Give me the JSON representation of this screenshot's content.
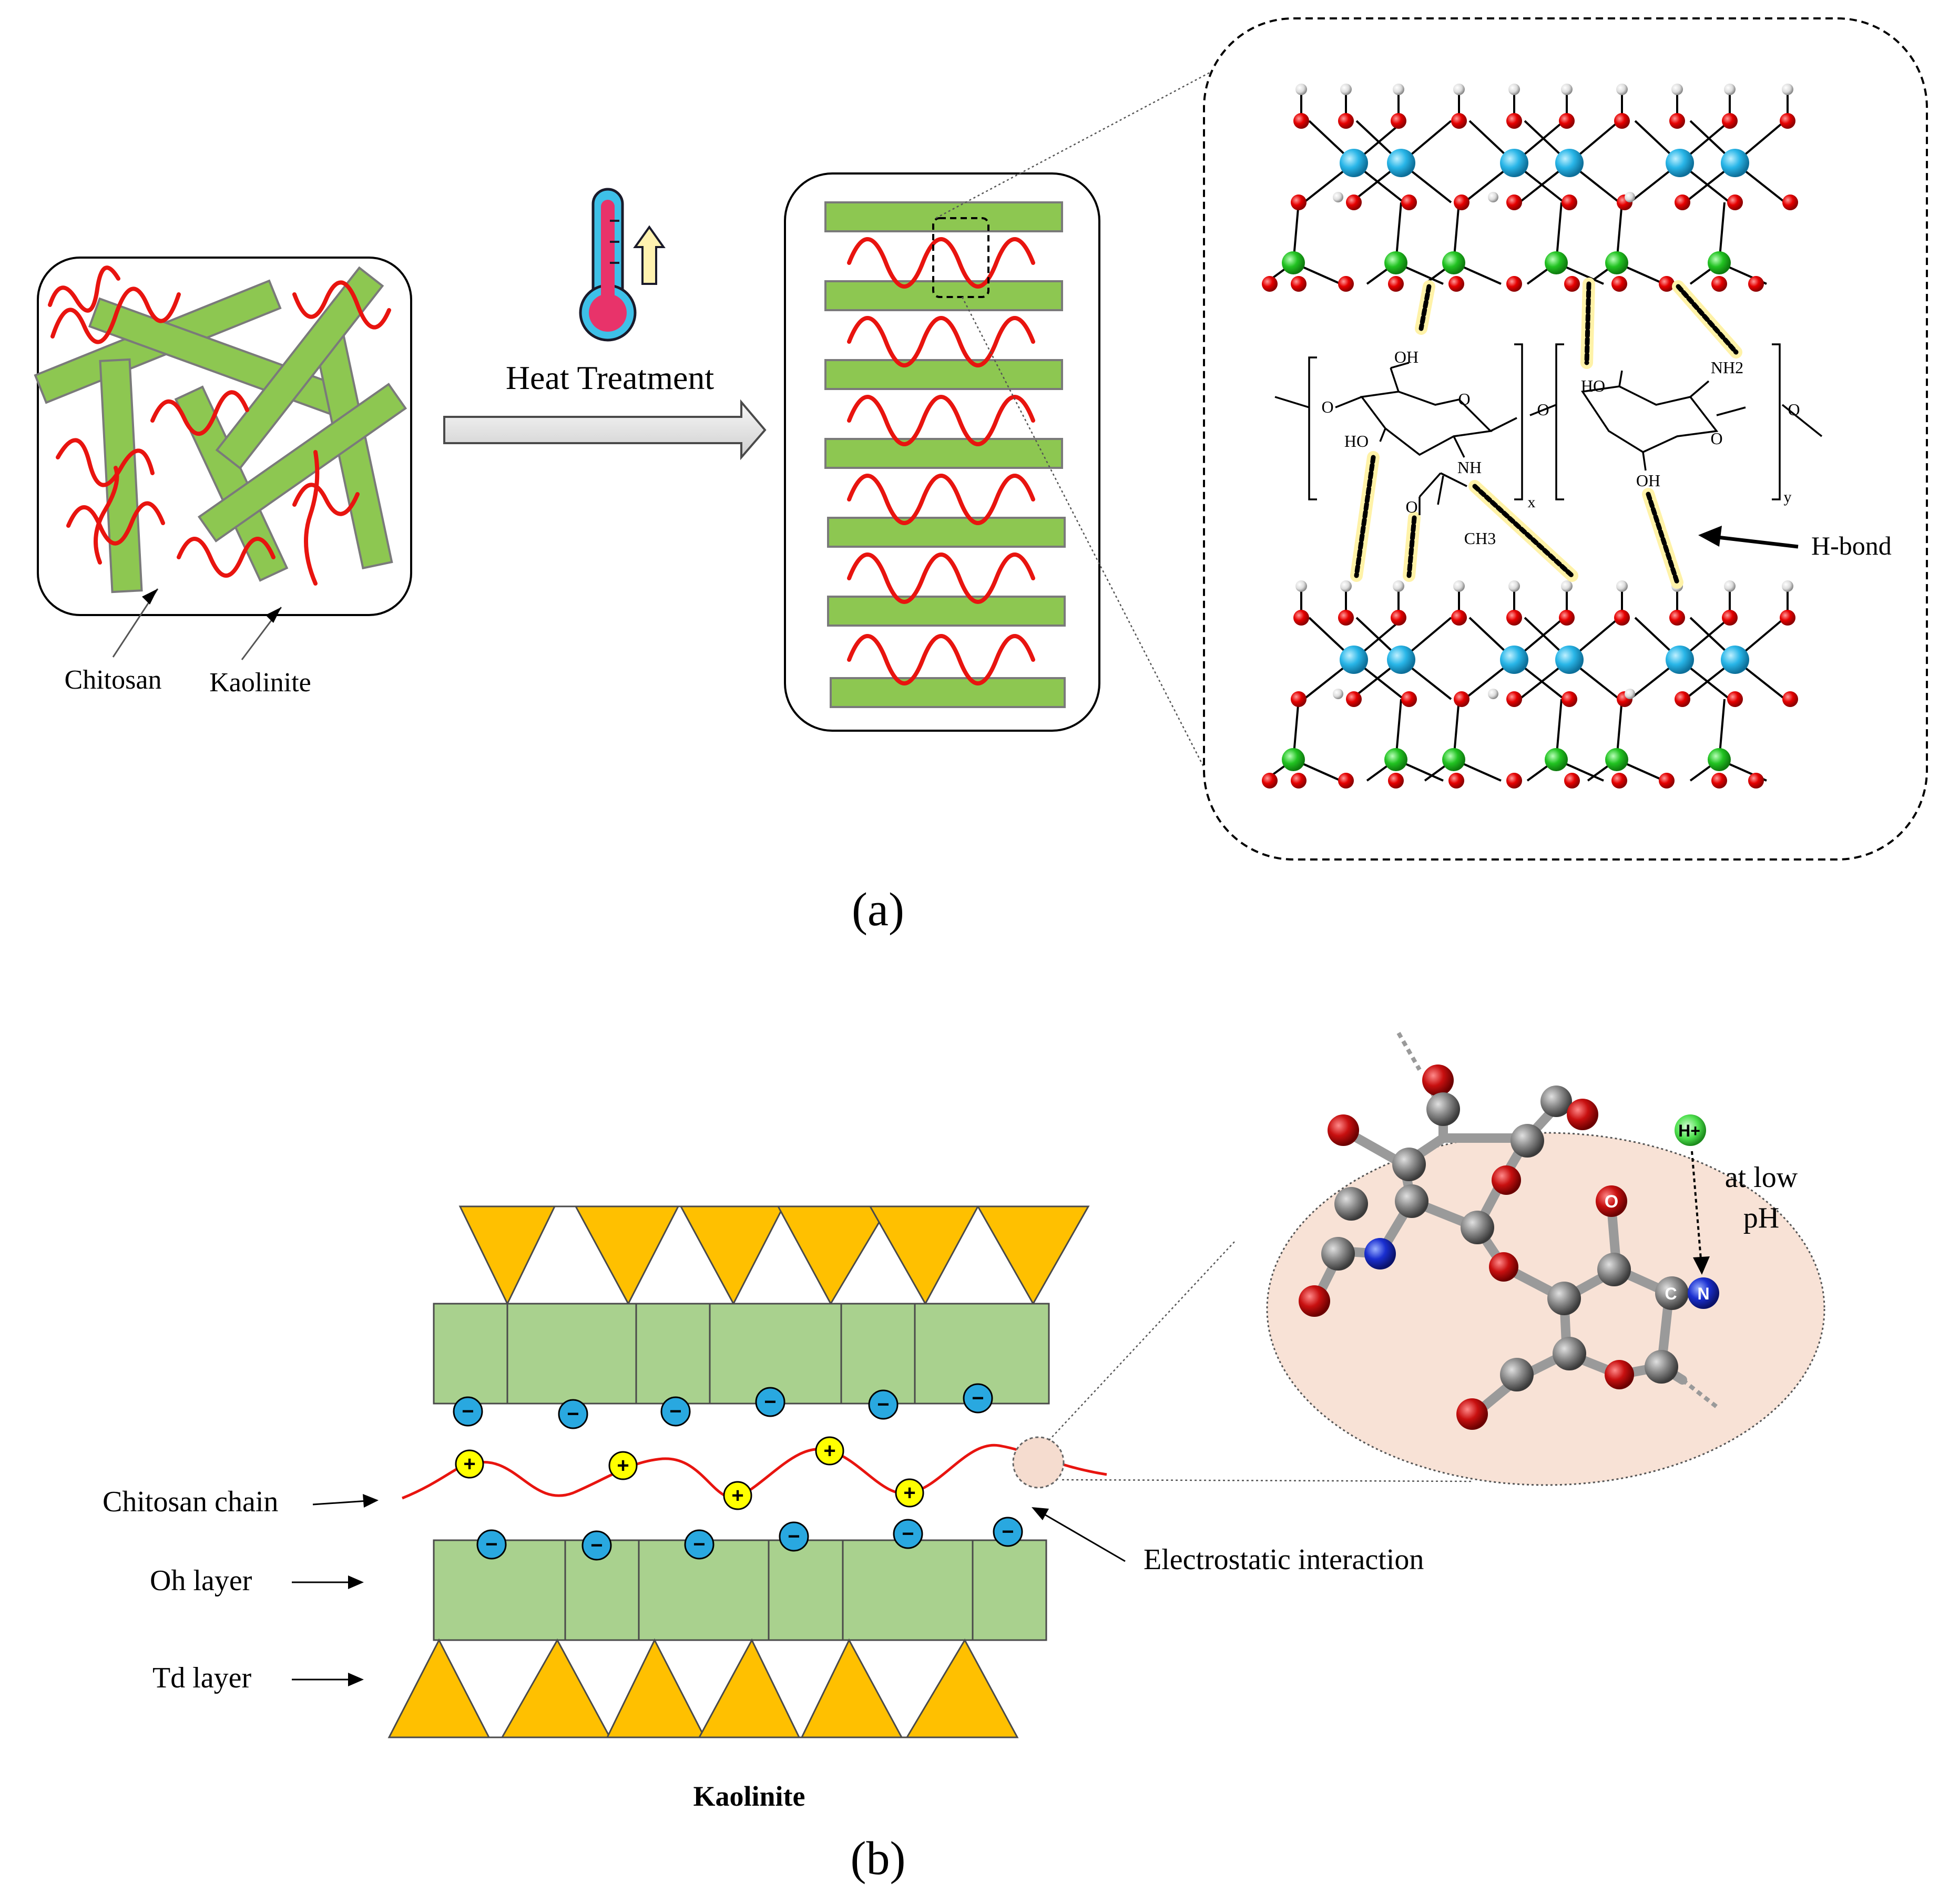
{
  "panel_a": {
    "caption": "(a)",
    "left_box_labels": {
      "chitosan": "Chitosan",
      "kaolinite": "Kaolinite"
    },
    "process_label": "Heat Treatment",
    "zoom_labels": {
      "oh_top": "OH",
      "o_ring1": "O",
      "o_left": "O",
      "ho_left": "HO",
      "nh": "NH",
      "carbonyl_o": "O",
      "ch3": "CH3",
      "x_sub": "x",
      "ho_right": "HO",
      "nh2": "NH2",
      "o_ring2": "O",
      "o_right": "O",
      "oh_bottom": "OH",
      "y_sub": "y",
      "o_link": "O"
    },
    "hbond_label": "H-bond"
  },
  "panel_b": {
    "caption": "(b)",
    "labels": {
      "chitosan_chain": "Chitosan chain",
      "oh_layer": "Oh layer",
      "td_layer": "Td layer",
      "electrostatic": "Electrostatic interaction",
      "title": "Kaolinite"
    },
    "plus": "+",
    "minus": "−",
    "inset_labels": {
      "h_plus": "H+",
      "at_low": "at low",
      "ph": "pH",
      "atom_o": "O",
      "atom_c": "C",
      "atom_n": "N"
    }
  },
  "colors": {
    "green": "#8dc751",
    "green_stroke": "#7a7a7a",
    "red_chain": "#e8140f",
    "sheet_green": "#a9d18e",
    "triangle": "#ffc000",
    "anion": "#29a8e0",
    "cation": "#ffff00",
    "inset_bg": "#f8e2d6",
    "hbond": "#fff2a8",
    "al": "#29b6e8",
    "si": "#22c322",
    "o": "#e60000",
    "h": "#dcdcdc"
  }
}
